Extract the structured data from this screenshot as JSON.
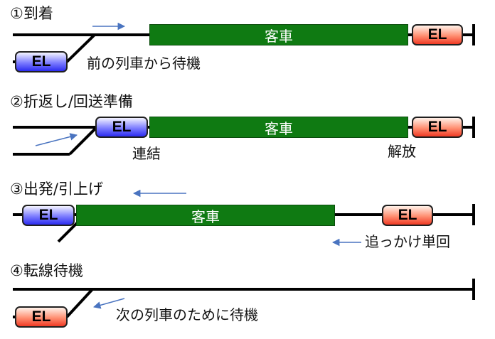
{
  "steps": [
    {
      "title": "①到着",
      "car_label": "客車",
      "locos": [
        "EL",
        "EL"
      ],
      "note": "前の列車から待機"
    },
    {
      "title": "②折返し/回送準備",
      "car_label": "客車",
      "locos": [
        "EL",
        "EL"
      ],
      "notes": [
        "連結",
        "解放"
      ]
    },
    {
      "title": "③出発/引上げ",
      "car_label": "客車",
      "locos": [
        "EL",
        "EL"
      ],
      "note": "追っかけ単回"
    },
    {
      "title": "④転線待機",
      "locos": [
        "EL"
      ],
      "note": "次の列車のために待機"
    }
  ],
  "colors": {
    "car": "#0f7a12",
    "loco_blue": "#3a3aff",
    "loco_red": "#ff5a3c",
    "track": "#000000",
    "arrow": "#4a74c0"
  }
}
